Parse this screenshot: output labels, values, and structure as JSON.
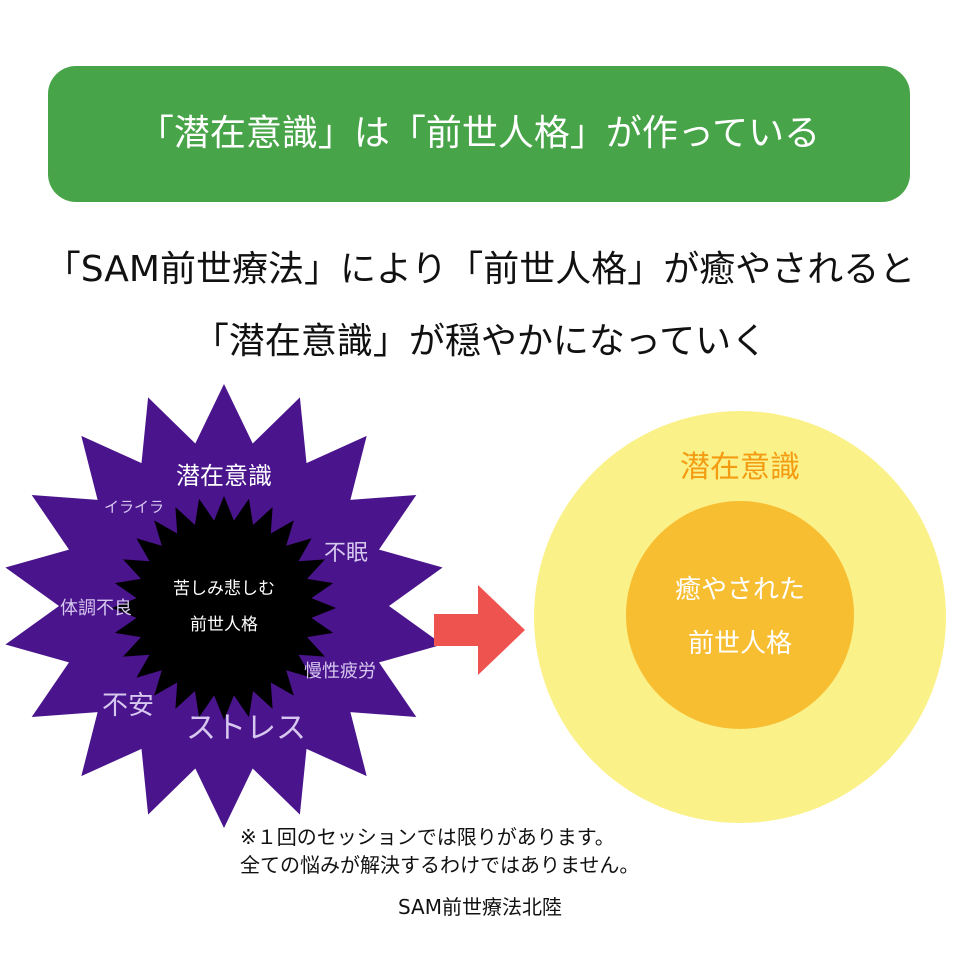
{
  "banner": {
    "text": "「潜在意識」は「前世人格」が作っている"
  },
  "subtitle": {
    "line1": "「SAM前世療法」により「前世人格」が癒やされると",
    "line2": "「潜在意識」が穏やかになっていく"
  },
  "before": {
    "outer_label": "潜在意識",
    "inner_line1": "苦しみ悲しむ",
    "inner_line2": "前世人格",
    "symptoms": [
      "イライラ",
      "不眠",
      "体調不良",
      "慢性疲労",
      "不安",
      "ストレス"
    ]
  },
  "after": {
    "outer_label": "潜在意識",
    "inner_line1": "癒やされた",
    "inner_line2": "前世人格"
  },
  "notes": {
    "line1": "※１回のセッションでは限りがあります。",
    "line2": "全ての悩みが解決するわけではありません。"
  },
  "brand": "SAM前世療法北陸",
  "colors": {
    "banner": "#48a448",
    "star_outer": "#4a148c",
    "star_inner": "#000000",
    "symptom_text": "#d7c8f0",
    "arrow": "#ef5350",
    "circle_outer": "#fbf189",
    "circle_inner": "#f8be32",
    "outer_label": "#f39c12"
  },
  "icons": {
    "arrow": "right-arrow-icon"
  }
}
